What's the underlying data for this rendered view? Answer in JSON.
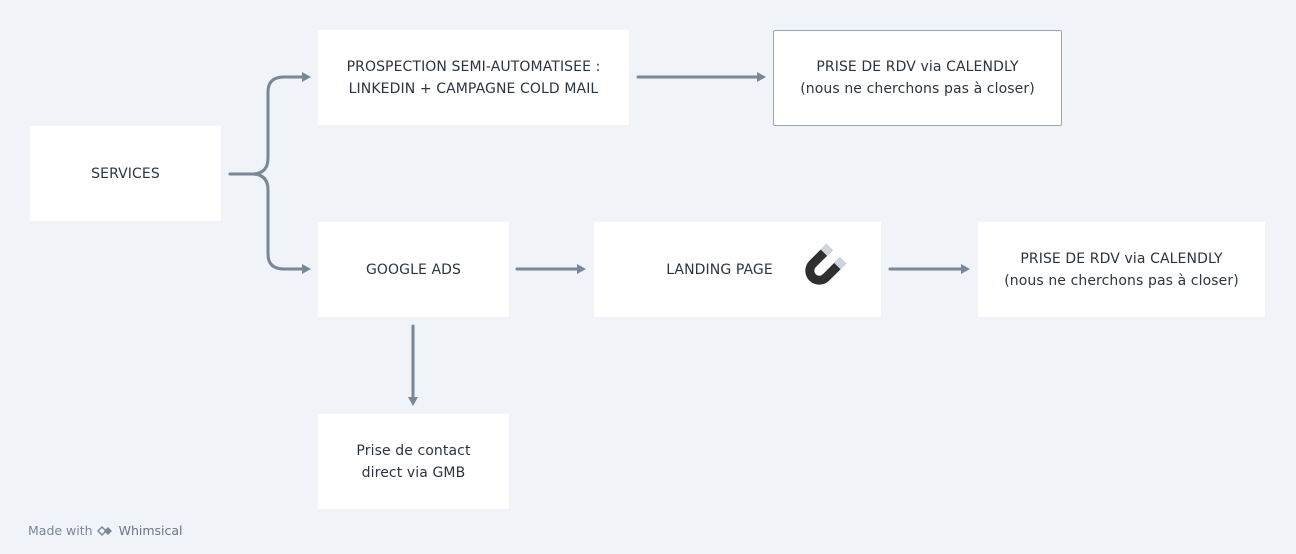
{
  "nodes": {
    "services": "SERVICES",
    "prospection": "PROSPECTION SEMI-AUTOMATISEE :\nLINKEDIN + CAMPAGNE COLD MAIL",
    "rdv_top": "PRISE DE RDV via CALENDLY\n(nous ne cherchons pas à closer)",
    "google_ads": "GOOGLE ADS",
    "landing_page": "LANDING PAGE",
    "rdv_bottom": "PRISE DE RDV via CALENDLY\n(nous ne cherchons pas à closer)",
    "gmb": "Prise de contact\ndirect via GMB"
  },
  "icons": {
    "landing_page": "magnet-icon",
    "footer": "whimsical-logo-icon"
  },
  "footer": {
    "made_with": "Made with",
    "brand": "Whimsical"
  },
  "colors": {
    "background": "#f0f3f7",
    "node_fill": "#ffffff",
    "connector": "#7a8796",
    "magnet_body": "#2f2f2f",
    "magnet_tips": "#cfd5dc"
  }
}
